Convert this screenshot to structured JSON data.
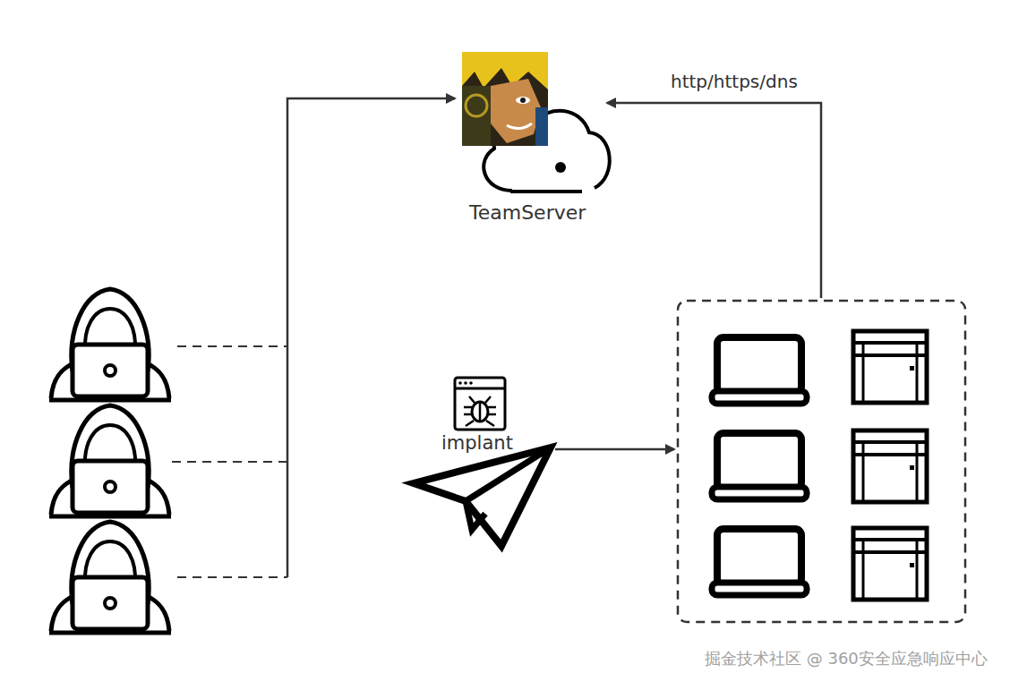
{
  "diagram": {
    "nodes": [
      {
        "text": [
          "TeamServer"
        ]
      },
      {
        "text": [
          "implant"
        ]
      }
    ],
    "labels": [
      "http/https/dns",
      "掘金技术社区 @ 360安全应急响应中心"
    ]
  }
}
